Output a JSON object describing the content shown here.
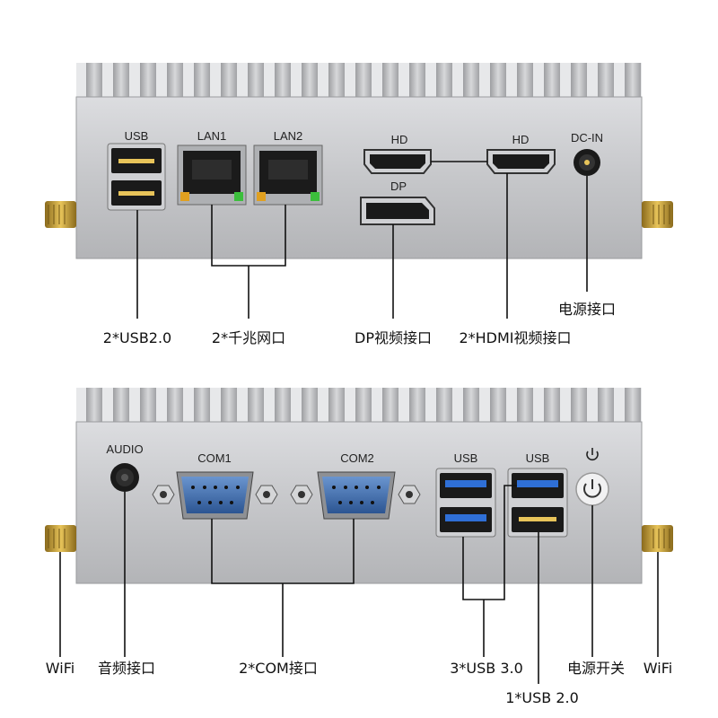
{
  "top_panel": {
    "port_labels": {
      "usb": "USB",
      "lan1": "LAN1",
      "lan2": "LAN2",
      "hd1": "HD",
      "hd2": "HD",
      "dp": "DP",
      "dcin": "DC-IN"
    },
    "callouts": {
      "usb2": "2*USB2.0",
      "lan": "2*千兆网口",
      "dp": "DP视频接口",
      "hdmi": "2*HDMI视频接口",
      "power": "电源接口"
    }
  },
  "bottom_panel": {
    "port_labels": {
      "audio": "AUDIO",
      "com1": "COM1",
      "com2": "COM2",
      "usb1": "USB",
      "usb2": "USB"
    },
    "callouts": {
      "wifi_left": "WiFi",
      "audio": "音频接口",
      "com": "2*COM接口",
      "usb3": "3*USB 3.0",
      "power_switch": "电源开关",
      "wifi_right": "WiFi",
      "usb2": "1*USB 2.0"
    }
  },
  "colors": {
    "chassis": "#c9cacc",
    "chassis_dark": "#a9aaad",
    "usb3_blue": "#2f6fd6",
    "com_blue": "#3d6fae",
    "antenna_gold": "#c9a23a",
    "led_green": "#3cbf3c",
    "led_amber": "#e0a020"
  },
  "icons": [
    "antenna-icon",
    "power-icon"
  ]
}
